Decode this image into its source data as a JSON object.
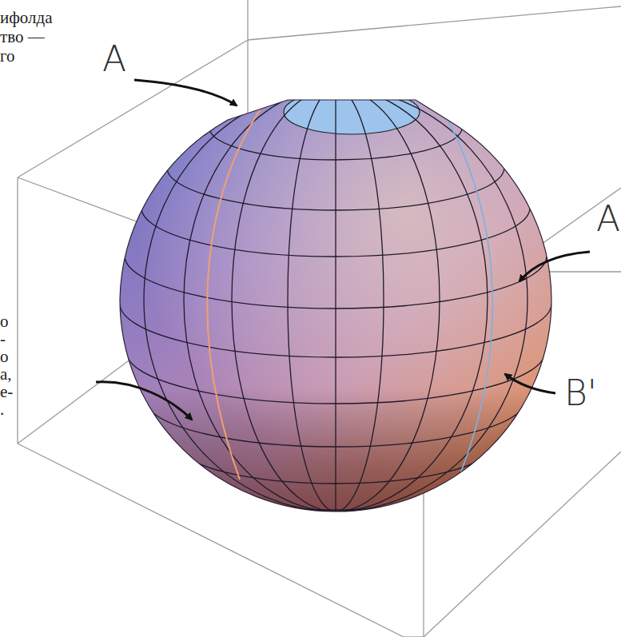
{
  "diagram": {
    "labels": [
      "ифолда",
      "тво —",
      "го",
      "A",
      "A",
      "о",
      "-",
      "о",
      "а,",
      "е-",
      ".",
      "B'"
    ]
  }
}
